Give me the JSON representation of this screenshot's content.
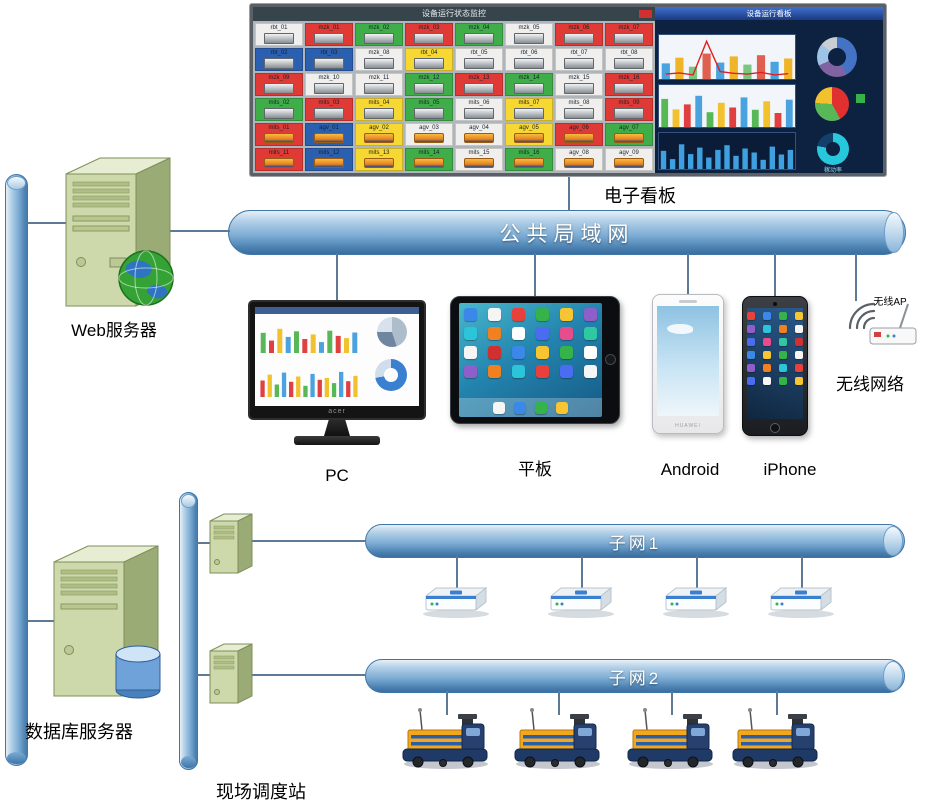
{
  "lan": {
    "label": "公共局域网"
  },
  "subnet1": {
    "label": "子网1"
  },
  "subnet2": {
    "label": "子网2"
  },
  "web_server": {
    "label": "Web服务器"
  },
  "db_server": {
    "label": "数据库服务器"
  },
  "dispatch_station": {
    "label": "现场调度站"
  },
  "wireless": {
    "label": "无线网络",
    "ap_label": "无线AP"
  },
  "android": {
    "label": "Android",
    "brand": "HUAWEI"
  },
  "iphone": {
    "label": "iPhone",
    "icon_colors": [
      "#e8413c",
      "#3b88e8",
      "#35b24a",
      "#f7c531",
      "#8e5fc8",
      "#2bc4d8",
      "#f08020",
      "#f5f5f5",
      "#4a6cf0",
      "#e84c8c",
      "#30c8a0",
      "#d03030",
      "#3b88e8",
      "#f7c531",
      "#35b24a",
      "#f5f5f5",
      "#8e5fc8",
      "#f08020",
      "#2bc4d8",
      "#e8413c",
      "#4a6cf0",
      "#f5f5f5",
      "#35b24a",
      "#f7c531"
    ]
  },
  "tablet": {
    "label": "平板",
    "icon_colors": [
      "#3b88e8",
      "#f5f5f5",
      "#e8413c",
      "#35b24a",
      "#f7c531",
      "#8e5fc8",
      "#2bc4d8",
      "#f08020",
      "#ffffff",
      "#4a6cf0",
      "#e84c8c",
      "#30c8a0",
      "#f5f5f5",
      "#d03030",
      "#3b88e8",
      "#f7c531",
      "#35b24a",
      "#ffffff",
      "#8e5fc8",
      "#f08020",
      "#2bc4d8",
      "#e8413c",
      "#4a6cf0",
      "#f5f5f5"
    ],
    "dock_colors": [
      "#f5f5f5",
      "#3b88e8",
      "#35b24a",
      "#f7c531"
    ]
  },
  "pc": {
    "label": "PC",
    "brand": "acer",
    "charts": {
      "bars1": {
        "values": [
          65,
          40,
          78,
          52,
          70,
          45,
          60,
          35,
          72,
          55,
          48,
          66
        ],
        "colors": [
          "#58b858",
          "#e04040",
          "#f2c12e",
          "#4aa3df"
        ]
      },
      "pie": {
        "slices": [
          45,
          30,
          25
        ],
        "colors": [
          "#aebdcc",
          "#6e86a0",
          "#d8e2ec"
        ]
      },
      "bars2": {
        "values": [
          50,
          68,
          38,
          74,
          46,
          62,
          34,
          70,
          52,
          58,
          42,
          76,
          48,
          64
        ],
        "colors": [
          "#e04040",
          "#f2c12e",
          "#58b858",
          "#4aa3df"
        ]
      },
      "donut": {
        "slices": [
          72,
          28
        ],
        "colors": [
          "#3a7fd0",
          "#cfdded"
        ]
      }
    }
  },
  "kanban": {
    "label": "电子看板",
    "monitor_title": "设备运行状态监控",
    "dashboard_title": "设备运行看板",
    "tiles": [
      {
        "label": "rbt_01",
        "color": "#f0efed",
        "type": "m"
      },
      {
        "label": "mzk_01",
        "color": "#e03a36",
        "type": "m"
      },
      {
        "label": "mzk_02",
        "color": "#3fae49",
        "type": "m"
      },
      {
        "label": "mzk_03",
        "color": "#e03a36",
        "type": "m"
      },
      {
        "label": "mzk_04",
        "color": "#3fae49",
        "type": "m"
      },
      {
        "label": "mzk_05",
        "color": "#f0efed",
        "type": "m"
      },
      {
        "label": "mzk_06",
        "color": "#e03a36",
        "type": "m"
      },
      {
        "label": "mzk_07",
        "color": "#e03a36",
        "type": "m"
      },
      {
        "label": "rbt_02",
        "color": "#2b5fb0",
        "type": "m"
      },
      {
        "label": "rbt_03",
        "color": "#2b5fb0",
        "type": "m"
      },
      {
        "label": "mzk_08",
        "color": "#f0efed",
        "type": "m"
      },
      {
        "label": "rbt_04",
        "color": "#f7d731",
        "type": "m"
      },
      {
        "label": "rbt_05",
        "color": "#f0efed",
        "type": "m"
      },
      {
        "label": "rbt_06",
        "color": "#f0efed",
        "type": "m"
      },
      {
        "label": "rbt_07",
        "color": "#f0efed",
        "type": "m"
      },
      {
        "label": "rbt_08",
        "color": "#f0efed",
        "type": "m"
      },
      {
        "label": "mzk_09",
        "color": "#e03a36",
        "type": "m"
      },
      {
        "label": "mzk_10",
        "color": "#f0efed",
        "type": "m"
      },
      {
        "label": "mzk_11",
        "color": "#f0efed",
        "type": "m"
      },
      {
        "label": "mzk_12",
        "color": "#3fae49",
        "type": "m"
      },
      {
        "label": "mzk_13",
        "color": "#e03a36",
        "type": "m"
      },
      {
        "label": "mzk_14",
        "color": "#3fae49",
        "type": "m"
      },
      {
        "label": "mzk_15",
        "color": "#f0efed",
        "type": "m"
      },
      {
        "label": "mzk_16",
        "color": "#e03a36",
        "type": "m"
      },
      {
        "label": "mits_02",
        "color": "#3fae49",
        "type": "m"
      },
      {
        "label": "mits_03",
        "color": "#e03a36",
        "type": "m"
      },
      {
        "label": "mits_04",
        "color": "#f7d731",
        "type": "m"
      },
      {
        "label": "mits_05",
        "color": "#3fae49",
        "type": "m"
      },
      {
        "label": "mits_06",
        "color": "#f0efed",
        "type": "m"
      },
      {
        "label": "mits_07",
        "color": "#f7d731",
        "type": "m"
      },
      {
        "label": "mits_08",
        "color": "#f0efed",
        "type": "m"
      },
      {
        "label": "mits_09",
        "color": "#e03a36",
        "type": "m"
      },
      {
        "label": "mits_01",
        "color": "#e03a36",
        "type": "a"
      },
      {
        "label": "agv_01",
        "color": "#2b5fb0",
        "type": "a"
      },
      {
        "label": "agv_02",
        "color": "#f7d731",
        "type": "a"
      },
      {
        "label": "agv_03",
        "color": "#f0efed",
        "type": "a"
      },
      {
        "label": "agv_04",
        "color": "#f0efed",
        "type": "a"
      },
      {
        "label": "agv_05",
        "color": "#f7d731",
        "type": "a"
      },
      {
        "label": "agv_06",
        "color": "#e03a36",
        "type": "a"
      },
      {
        "label": "agv_07",
        "color": "#3fae49",
        "type": "a"
      },
      {
        "label": "mits_11",
        "color": "#e03a36",
        "type": "a"
      },
      {
        "label": "mits_12",
        "color": "#2b5fb0",
        "type": "a"
      },
      {
        "label": "mits_13",
        "color": "#f7d731",
        "type": "a"
      },
      {
        "label": "mits_14",
        "color": "#3fae49",
        "type": "a"
      },
      {
        "label": "mits_15",
        "color": "#f0efed",
        "type": "a"
      },
      {
        "label": "mits_16",
        "color": "#3fae49",
        "type": "a"
      },
      {
        "label": "agv_08",
        "color": "#f0efed",
        "type": "a"
      },
      {
        "label": "agv_09",
        "color": "#f0efed",
        "type": "a"
      }
    ],
    "charts": {
      "combo": {
        "bar_values": [
          38,
          52,
          30,
          62,
          40,
          55,
          35,
          58,
          42,
          50
        ],
        "bar_colors": [
          "#4aa3df",
          "#f0b429",
          "#7bc67e",
          "#e06050"
        ],
        "line_values": [
          12,
          15,
          10,
          92,
          18,
          14,
          12,
          16,
          10,
          13
        ],
        "line_color": "#e02020"
      },
      "donut1": {
        "slices": [
          42,
          26,
          18,
          14
        ],
        "colors": [
          "#4472c4",
          "#8064a2",
          "#9dc3e6",
          "#c9cdd4"
        ]
      },
      "grouped": {
        "values": [
          72,
          45,
          58,
          80,
          38,
          62,
          50,
          76,
          44,
          66,
          36,
          70
        ],
        "colors": [
          "#58b858",
          "#f2c12e",
          "#e04040",
          "#4aa3df"
        ]
      },
      "pie2": {
        "slices": [
          42,
          34,
          24
        ],
        "colors": [
          "#e03030",
          "#58b858",
          "#f2c12e"
        ]
      },
      "blue_bars": {
        "values": [
          55,
          30,
          75,
          45,
          65,
          35,
          58,
          72,
          40,
          62,
          50,
          28,
          68,
          44,
          58
        ],
        "color": "#3fa0e0"
      },
      "donut2": {
        "slices": [
          78,
          22
        ],
        "colors": [
          "#28c8dc",
          "#12406a"
        ],
        "label": "稼动率"
      }
    }
  }
}
